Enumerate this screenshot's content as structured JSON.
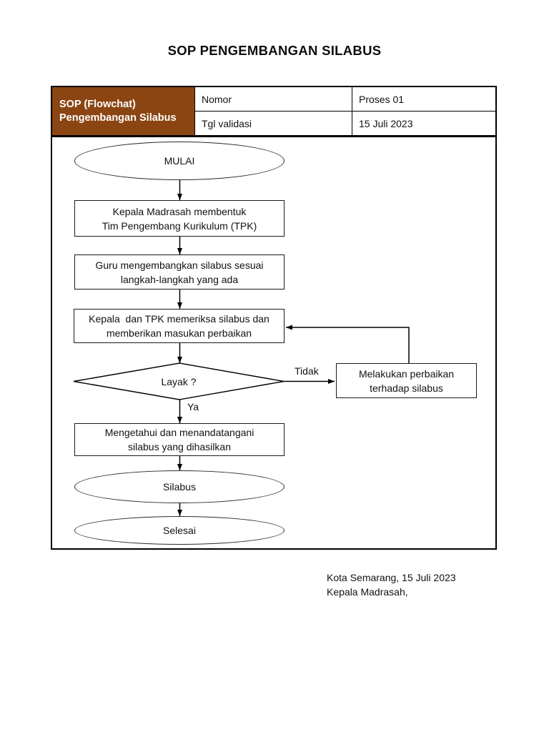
{
  "document": {
    "title": "SOP PENGEMBANGAN SILABUS"
  },
  "header_table": {
    "brand": {
      "line1": "SOP (Flowchat)",
      "line2": "Pengembangan Silabus",
      "background_color": "#8B4513",
      "text_color": "#ffffff"
    },
    "fields": [
      {
        "label": "Nomor",
        "value": "Proses 01"
      },
      {
        "label": "Tgl validasi",
        "value": "15 Juli 2023"
      }
    ]
  },
  "flowchart": {
    "start": {
      "label": "MULAI"
    },
    "step1": {
      "line1": "Kepala Madrasah membentuk",
      "line2": "Tim Pengembang Kurikulum (TPK)"
    },
    "step2": {
      "line1": "Guru mengembangkan silabus sesuai",
      "line2": "langkah-langkah yang ada"
    },
    "step3": {
      "line1": "Kepala  dan TPK memeriksa silabus dan",
      "line2": "memberikan masukan perbaikan"
    },
    "decision": {
      "label": "Layak ?",
      "no_label": "Tidak",
      "yes_label": "Ya"
    },
    "fix": {
      "line1": "Melakukan perbaikan",
      "line2": "terhadap silabus"
    },
    "step4": {
      "line1": "Mengetahui dan menandatangani",
      "line2": "silabus yang dihasilkan"
    },
    "output": {
      "label": "Silabus"
    },
    "end": {
      "label": "Selesai"
    }
  },
  "signature": {
    "line1": "Kota Semarang, 15 Juli 2023",
    "line2": "Kepala Madrasah,"
  }
}
